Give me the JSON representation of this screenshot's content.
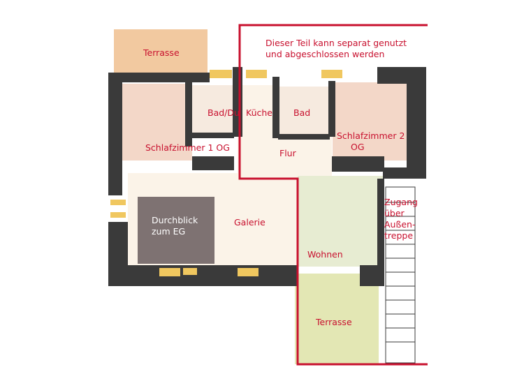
{
  "floor_plan": {
    "rooms": {
      "terrace_top": "Terrasse",
      "bath_shower": "Bad/Du",
      "kitchen": "Küche",
      "bath": "Bad",
      "bedroom1": "Schlafzimmer 1 OG",
      "hall": "Flur",
      "bedroom2_line1": "Schlafzimmer 2",
      "bedroom2_line2": "OG",
      "void_line1": "Durchblick",
      "void_line2": "zum EG",
      "gallery": "Galerie",
      "living": "Wohnen",
      "terrace_bottom": "Terrasse"
    },
    "annotations": {
      "separate_line1": "Dieser Teil kann separat genutzt",
      "separate_line2": "und abgeschlossen werden",
      "access_line1": "Zugang",
      "access_line2": "über",
      "access_line3": "Außen-",
      "access_line4": "treppe"
    },
    "colors": {
      "wall": "#3a3a3a",
      "terrace": "#f2c9a0",
      "bedroom": "#f3d7c8",
      "wet_room": "#f6eadf",
      "circulation": "#fbf3e8",
      "void": "#7e7272",
      "living": "#e7ecd2",
      "terrace_bottom": "#e3e7b4",
      "window": "#f0c75f",
      "boundary_line": "#c8102e",
      "label_text": "#c8102e"
    }
  }
}
